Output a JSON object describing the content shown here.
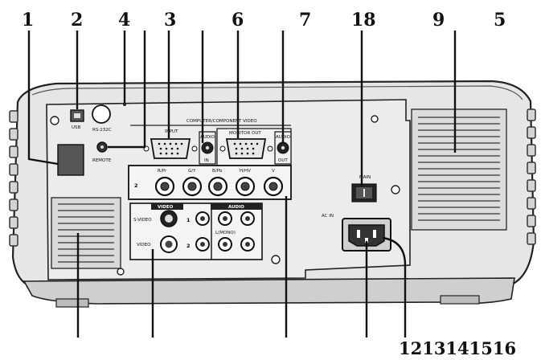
{
  "callouts_top": [
    "1",
    "2",
    "4",
    "3",
    "6",
    "7",
    "18",
    "9",
    "5"
  ],
  "callout_bottom_group": "1213141516",
  "panel_labels": {
    "usb": "USB",
    "rs232c": "RS-232C",
    "remote": "REMOTE",
    "composite_component_video": "COMPUTER/COMPONENT VIDEO",
    "input": "INPUT",
    "audio_in": "AUDIO",
    "in": "IN",
    "monitor_out": "MONITOR OUT",
    "audio_out": "AUDIO",
    "out": "OUT",
    "row2_number": "2",
    "r_pr": "R/Pr",
    "g_y": "G/Y",
    "b_pb": "B/Pb",
    "h_hv": "H/HV",
    "v": "V",
    "video_group": "VIDEO",
    "audio_group": "AUDIO",
    "s_video": "S-VIDEO",
    "video": "VIDEO",
    "video_row1": "1",
    "video_row2": "2",
    "l_mono_r": "L(MONO)",
    "main": "MAIN",
    "ac_in": "AC IN"
  }
}
